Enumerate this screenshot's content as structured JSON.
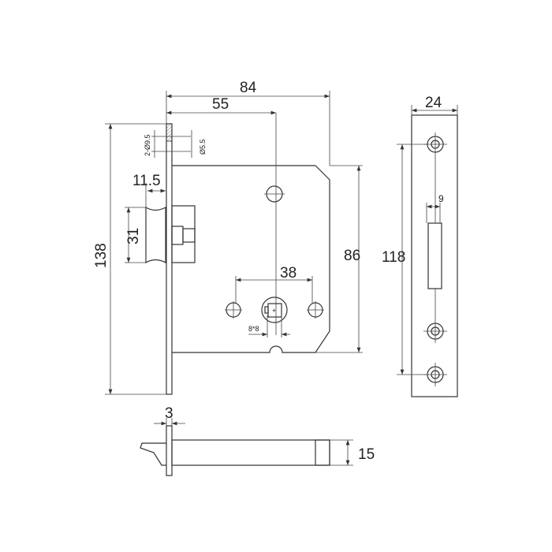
{
  "dimensions": {
    "overall_width": "84",
    "backset": "55",
    "faceplate_height": "138",
    "latch_projection": "11.5",
    "latch_height": "31",
    "body_height": "86",
    "hole_spacing": "38",
    "spindle": "8*8",
    "screw_holes": "2-Ø9.5",
    "screw_hole_inner": "Ø5.5",
    "strike_width": "24",
    "strike_hole_spacing": "118",
    "strike_slot": "9",
    "faceplate_thickness": "3",
    "body_thickness": "15"
  },
  "colors": {
    "line": "#333333",
    "background": "#ffffff"
  }
}
